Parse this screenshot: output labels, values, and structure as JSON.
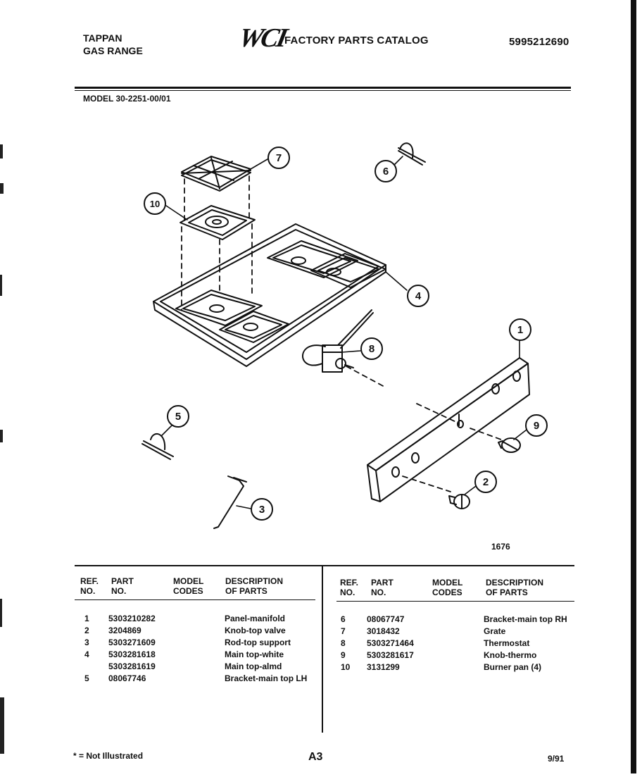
{
  "header": {
    "brand_line1": "TAPPAN",
    "brand_line2": "GAS RANGE",
    "logo": "WCI",
    "catalog_title": "FACTORY PARTS CATALOG",
    "catalog_number": "5995212690",
    "model": "MODEL 30-2251-00/01"
  },
  "diagram": {
    "figure_number": "1676",
    "callouts": [
      "1",
      "2",
      "3",
      "4",
      "5",
      "6",
      "7",
      "8",
      "9",
      "10"
    ]
  },
  "table": {
    "headers": {
      "ref_1": "REF.",
      "ref_2": "NO.",
      "part_1": "PART",
      "part_2": "NO.",
      "model_1": "MODEL",
      "model_2": "CODES",
      "desc_1": "DESCRIPTION",
      "desc_2": "OF PARTS"
    },
    "left_rows": [
      {
        "ref": "1",
        "part": "5303210282",
        "desc": "Panel-manifold"
      },
      {
        "ref": "2",
        "part": "3204869",
        "desc": "Knob-top valve"
      },
      {
        "ref": "3",
        "part": "5303271609",
        "desc": "Rod-top support"
      },
      {
        "ref": "4",
        "part": "5303281618",
        "desc": "Main top-white"
      },
      {
        "ref": "",
        "part": "5303281619",
        "desc": "Main top-almd"
      },
      {
        "ref": "5",
        "part": "08067746",
        "desc": "Bracket-main top LH"
      }
    ],
    "right_rows": [
      {
        "ref": "6",
        "part": "08067747",
        "desc": "Bracket-main top RH"
      },
      {
        "ref": "7",
        "part": "3018432",
        "desc": "Grate"
      },
      {
        "ref": "8",
        "part": "5303271464",
        "desc": "Thermostat"
      },
      {
        "ref": "9",
        "part": "5303281617",
        "desc": "Knob-thermo"
      },
      {
        "ref": "10",
        "part": "3131299",
        "desc": "Burner pan (4)"
      }
    ]
  },
  "footer": {
    "note": "* = Not Illustrated",
    "page": "A3",
    "date": "9/91"
  }
}
